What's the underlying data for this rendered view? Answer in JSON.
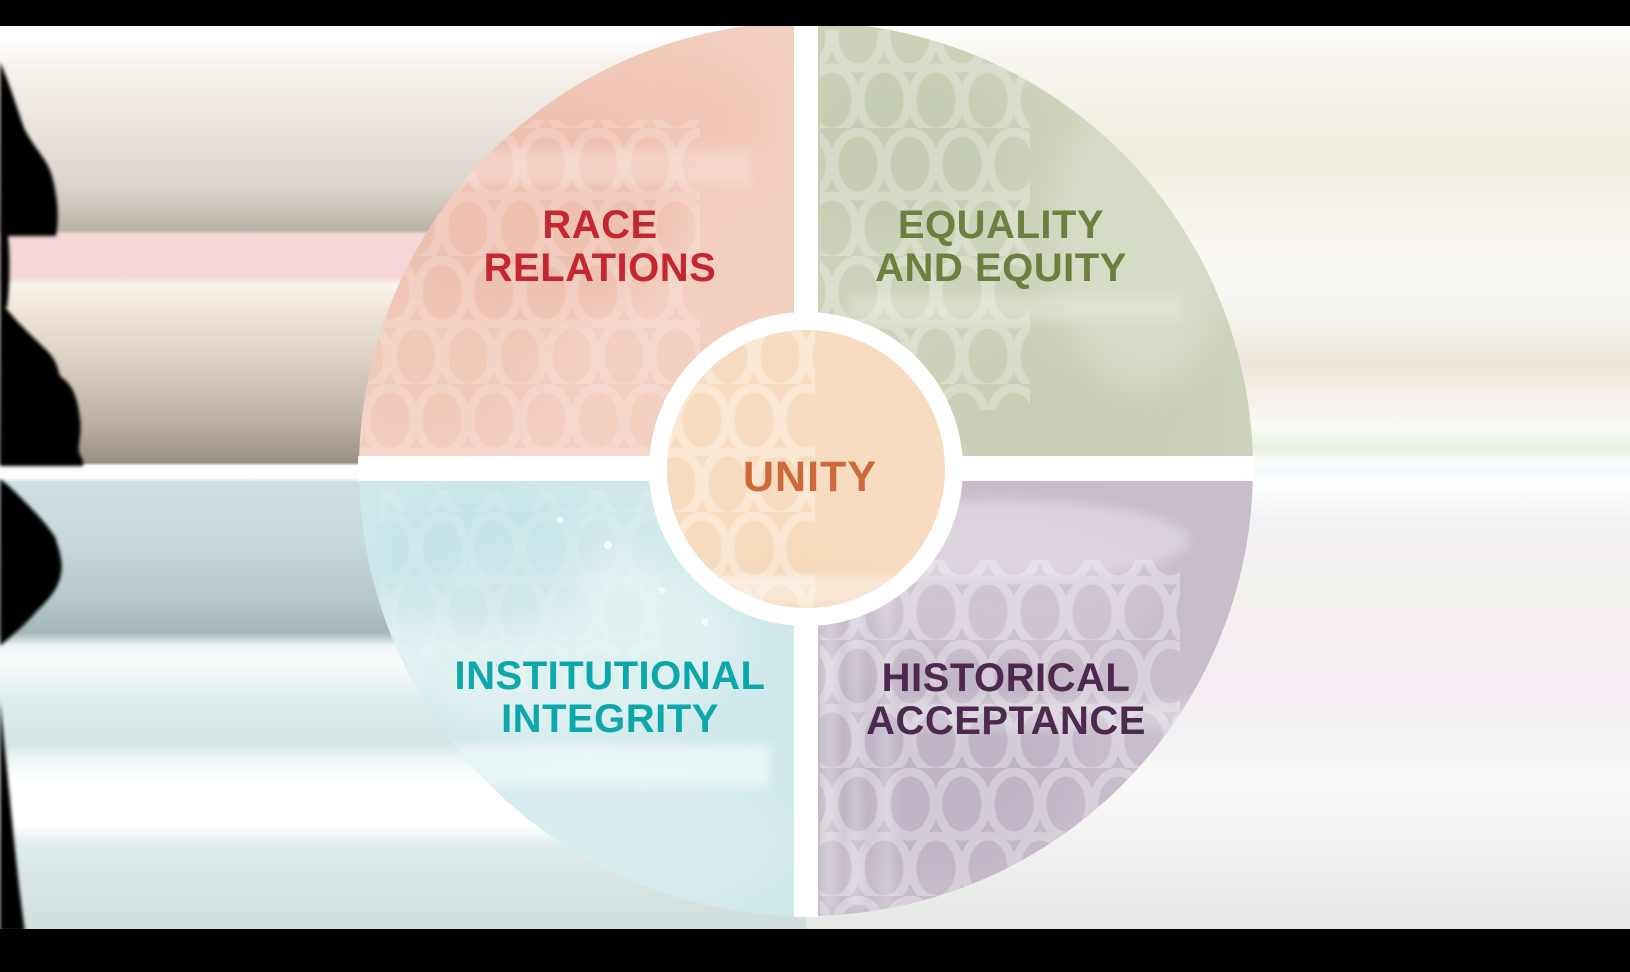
{
  "diagram": {
    "type": "wheel-infographic",
    "center": {
      "label": "UNITY",
      "text_color": "#ce693b",
      "fill": "#f8dcc1"
    },
    "segments": [
      {
        "position": "top-left",
        "label": "RACE\nRELATIONS",
        "text_color": "#c4272f",
        "fill": "#f3cfc0"
      },
      {
        "position": "top-right",
        "label": "EQUALITY\nAND EQUITY",
        "text_color": "#6c7f3e",
        "fill": "#cdd3ba"
      },
      {
        "position": "bottom-left",
        "label": "INSTITUTIONAL\nINTEGRITY",
        "text_color": "#0ba7ab",
        "fill": "#cfe9eb"
      },
      {
        "position": "bottom-right",
        "label": "HISTORICAL\nACCEPTANCE",
        "text_color": "#4d2950",
        "fill": "#c7bdcb"
      }
    ],
    "divider_color": "#ffffff",
    "scan_artifact_color": "#000000"
  }
}
